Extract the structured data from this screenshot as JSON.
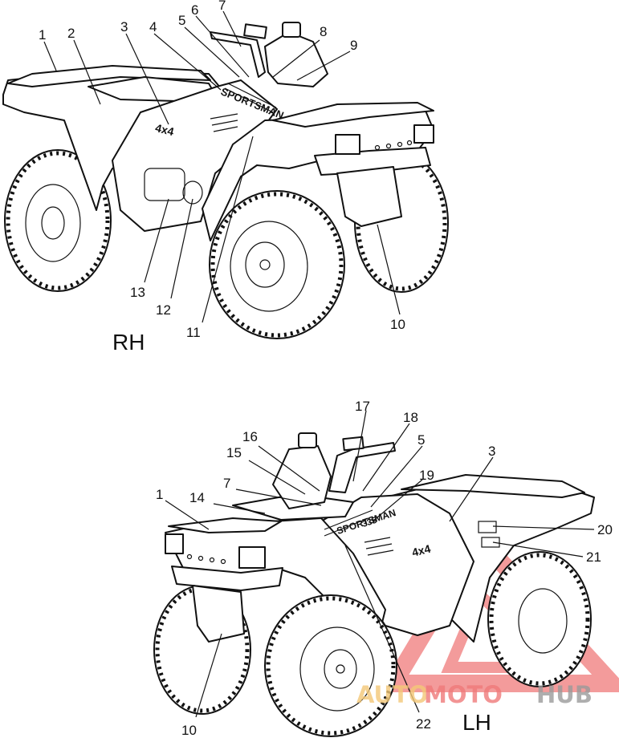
{
  "diagram": {
    "views": [
      {
        "id": "rh",
        "label": "RH"
      },
      {
        "id": "lh",
        "label": "LH"
      }
    ],
    "callouts_rh": [
      "1",
      "2",
      "3",
      "4",
      "5",
      "6",
      "7",
      "8",
      "9",
      "10",
      "11",
      "12",
      "13"
    ],
    "callouts_lh": [
      "1",
      "3",
      "5",
      "7",
      "10",
      "14",
      "15",
      "16",
      "17",
      "18",
      "19",
      "20",
      "21",
      "22"
    ],
    "decals": {
      "model_rh": "SPORTSMAN",
      "model_lh": "SPORTSMAN",
      "drive_rh": "4x4",
      "drive_lh": "4x4",
      "size_lh": "335"
    },
    "watermark": {
      "auto": "AUTO",
      "moto": "MOTO",
      "hub": "HUB"
    },
    "colors": {
      "line": "#111111",
      "watermark_red": "#f07a7a",
      "watermark_gold": "#f3c878",
      "watermark_gray": "#9a9a9a"
    }
  }
}
